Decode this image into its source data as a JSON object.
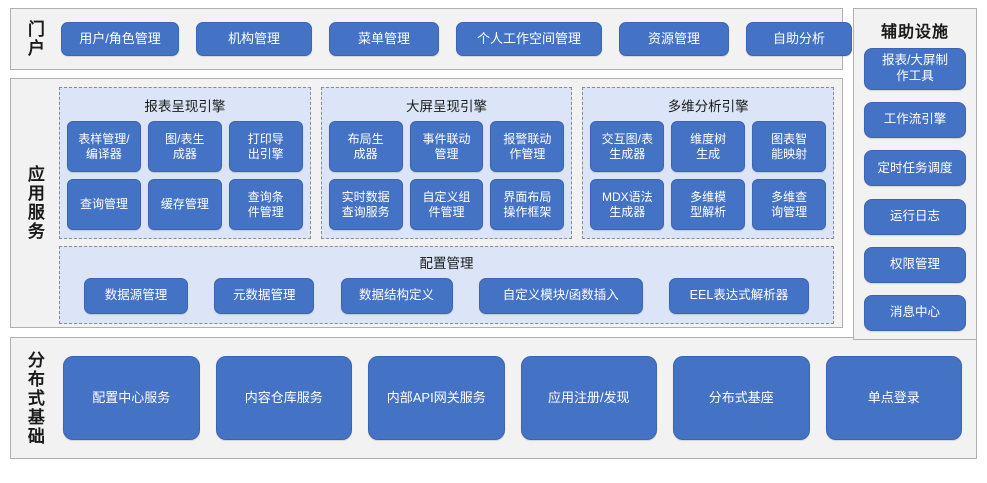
{
  "portal": {
    "label": "门户",
    "items": [
      "用户/角色管理",
      "机构管理",
      "菜单管理",
      "个人工作空间管理",
      "资源管理",
      "自助分析"
    ]
  },
  "app_service": {
    "label": "应用服务",
    "engines": [
      {
        "title": "报表呈现引擎",
        "items": [
          "表样管理/\n编译器",
          "图/表生\n成器",
          "打印导\n出引擎",
          "查询管理",
          "缓存管理",
          "查询条\n件管理"
        ]
      },
      {
        "title": "大屏呈现引擎",
        "items": [
          "布局生\n成器",
          "事件联动\n管理",
          "报警联动\n作管理",
          "实时数据\n查询服务",
          "自定义组\n件管理",
          "界面布局\n操作框架"
        ]
      },
      {
        "title": "多维分析引擎",
        "items": [
          "交互图/表\n生成器",
          "维度树\n生成",
          "图表智\n能映射",
          "MDX语法\n生成器",
          "多维模\n型解析",
          "多维查\n询管理"
        ]
      }
    ],
    "config": {
      "title": "配置管理",
      "items": [
        "数据源管理",
        "元数据管理",
        "数据结构定义",
        "自定义模块/函数插入",
        "EEL表达式解析器"
      ]
    }
  },
  "aux": {
    "title": "辅助设施",
    "items": [
      "报表/大屏制\n作工具",
      "工作流引擎",
      "定时任务调度",
      "运行日志",
      "权限管理",
      "消息中心"
    ]
  },
  "distributed": {
    "label": "分布式基础",
    "items": [
      "配置中心服务",
      "内容仓库服务",
      "内部API网关服务",
      "应用注册/发现",
      "分布式基座",
      "单点登录"
    ]
  },
  "colors": {
    "button_blue": "#4472c4",
    "panel_gray": "#f2f2f2",
    "engine_blue": "#dbe5f7",
    "border_gray": "#b0b0b0",
    "text_dark": "#1a1a1a"
  }
}
